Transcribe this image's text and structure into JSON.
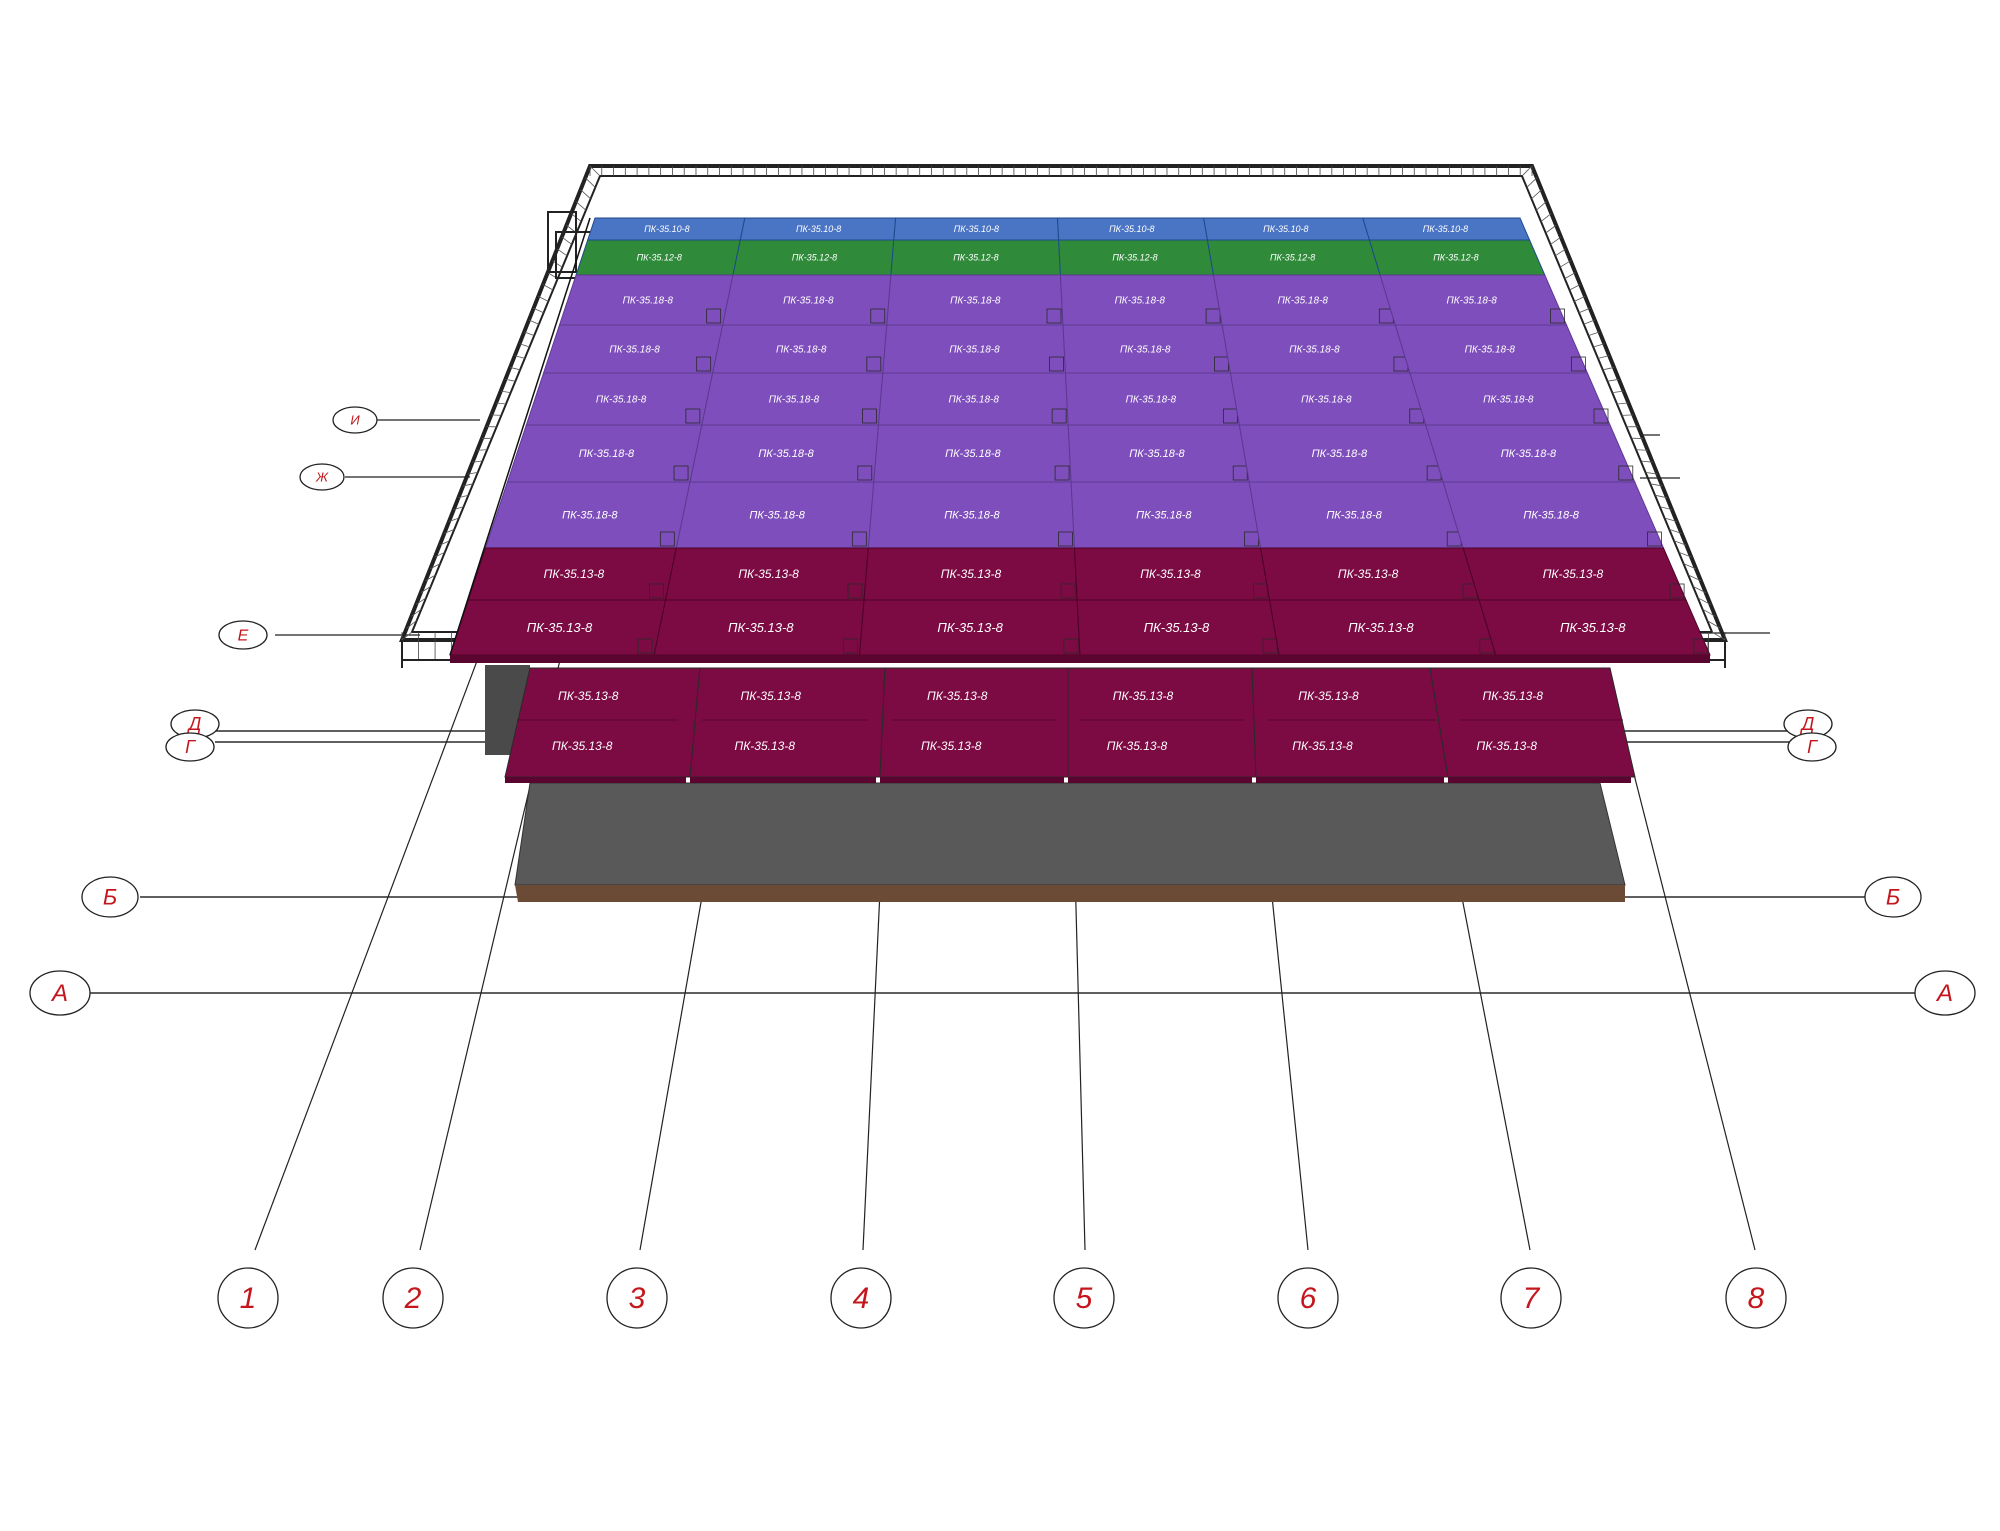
{
  "colors": {
    "blue": "#4a74c4",
    "green": "#2f8a3a",
    "purple": "#7e4fbc",
    "maroon": "#7c0a43",
    "concrete": "#595959",
    "concrete_edge": "#6b4a36",
    "axis_text": "#c4161c"
  },
  "slab_marks": {
    "row_blue": "ПК-35.10-8",
    "row_green": "ПК-35.12-8",
    "row_purple": "ПК-35.18-8",
    "row_maroon": "ПК-35.13-8"
  },
  "axes": {
    "letters_left": [
      "И",
      "Ж",
      "Е",
      "Д",
      "Г",
      "Б",
      "А"
    ],
    "letters_right": [
      "Д",
      "Г",
      "Б",
      "А"
    ],
    "numbers": [
      "1",
      "2",
      "3",
      "4",
      "5",
      "6",
      "7",
      "8"
    ]
  }
}
